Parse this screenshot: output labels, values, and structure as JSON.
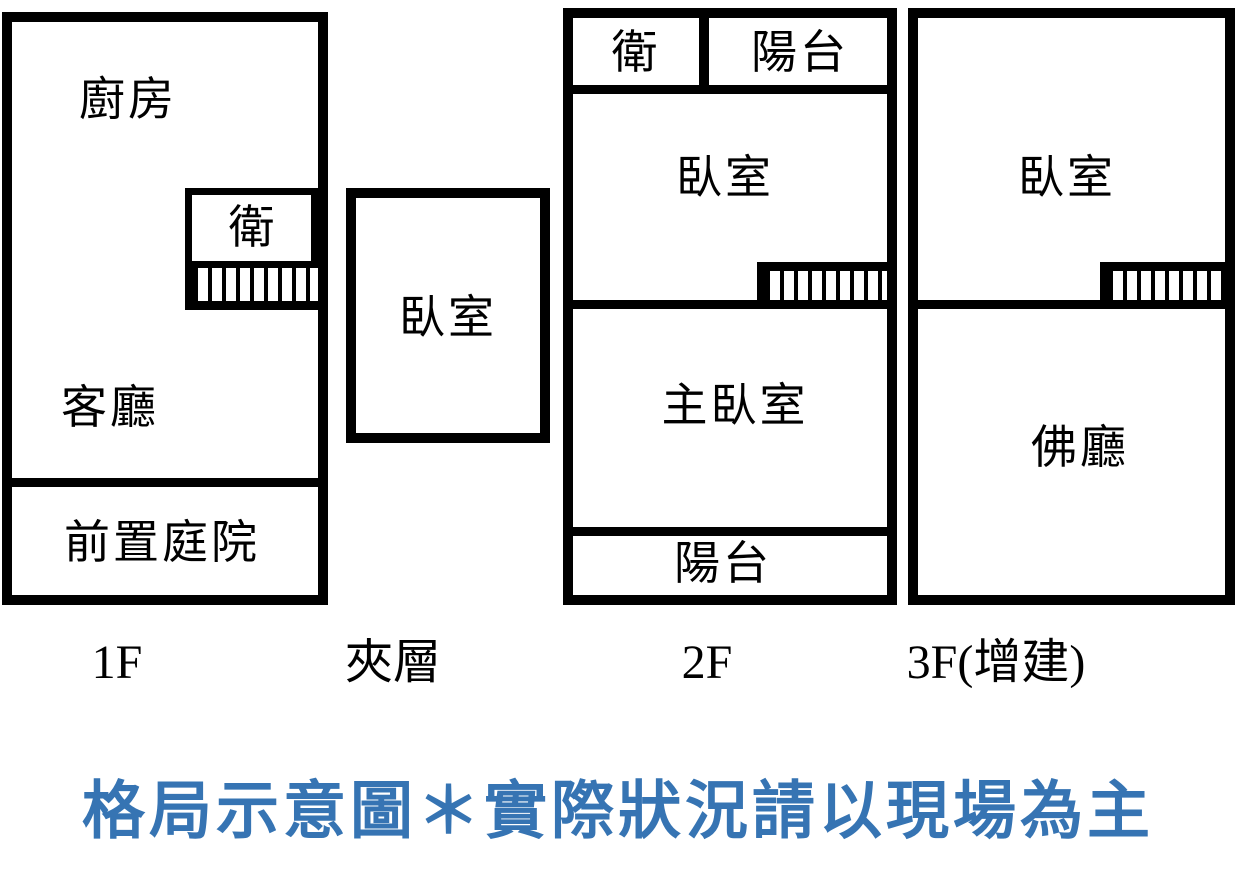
{
  "colors": {
    "wall": "#000000",
    "background": "#ffffff",
    "caption": "#3674b3"
  },
  "floors": {
    "f1": {
      "label": "1F",
      "rooms": {
        "kitchen": "廚房",
        "bath": "衛",
        "living": "客廳",
        "front_yard": "前置庭院"
      }
    },
    "mezzanine": {
      "label": "夾層",
      "rooms": {
        "bedroom": "臥室"
      }
    },
    "f2": {
      "label": "2F",
      "rooms": {
        "bath": "衛",
        "balcony_top": "陽台",
        "bedroom": "臥室",
        "master_bedroom": "主臥室",
        "balcony_bottom": "陽台"
      }
    },
    "f3": {
      "label": "3F(增建)",
      "rooms": {
        "bedroom": "臥室",
        "buddha_hall": "佛廳"
      }
    }
  },
  "caption": {
    "text": "格局示意圖＊實際狀況請以現場為主"
  }
}
